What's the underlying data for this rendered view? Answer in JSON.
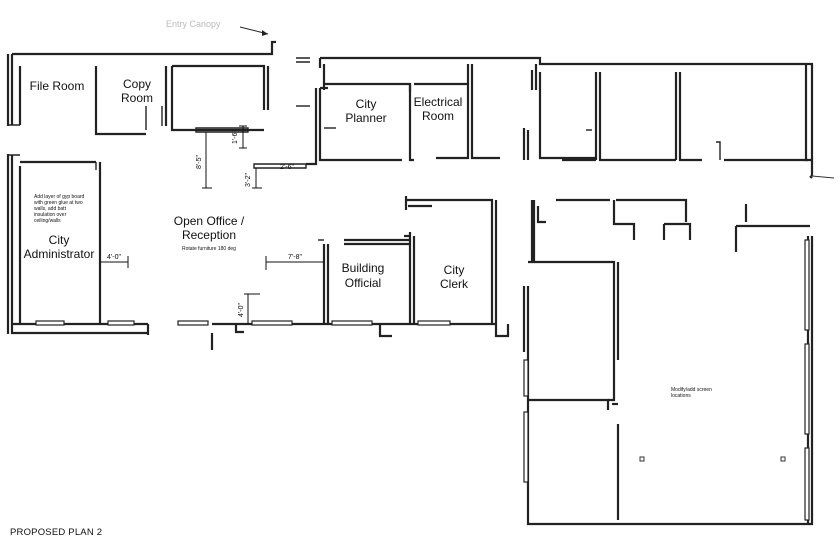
{
  "title": "PROPOSED PLAN 2",
  "entry_canopy": "Entry Canopy",
  "rooms": {
    "file_room": "File Room",
    "copy_room": [
      "Copy",
      "Room"
    ],
    "city_planner": [
      "City",
      "Planner"
    ],
    "electrical_room": [
      "Electrical",
      "Room"
    ],
    "open_office": [
      "Open Office /",
      "Reception"
    ],
    "city_administrator": [
      "City",
      "Administrator"
    ],
    "building_official": [
      "Building",
      "Official"
    ],
    "city_clerk": [
      "City",
      "Clerk"
    ]
  },
  "notes": {
    "gyp_board": [
      "Add layer of gyp board",
      "with green glue at two",
      "walls, add batt",
      "insulation over",
      "ceiling/walls"
    ],
    "rotate_furniture": "Rotate furniture 180 deg",
    "modify_screen": [
      "Modify/add screen",
      "locations"
    ]
  },
  "dimensions": {
    "d_1_6": "1'-6\"",
    "d_8_5": "8'-5\"",
    "d_3_2": "3'-2\"",
    "d_2_6": "2'-6\"",
    "d_4_0_h": "4'-0\"",
    "d_7_8": "7'-8\"",
    "d_4_0_v": "4'-0\""
  }
}
